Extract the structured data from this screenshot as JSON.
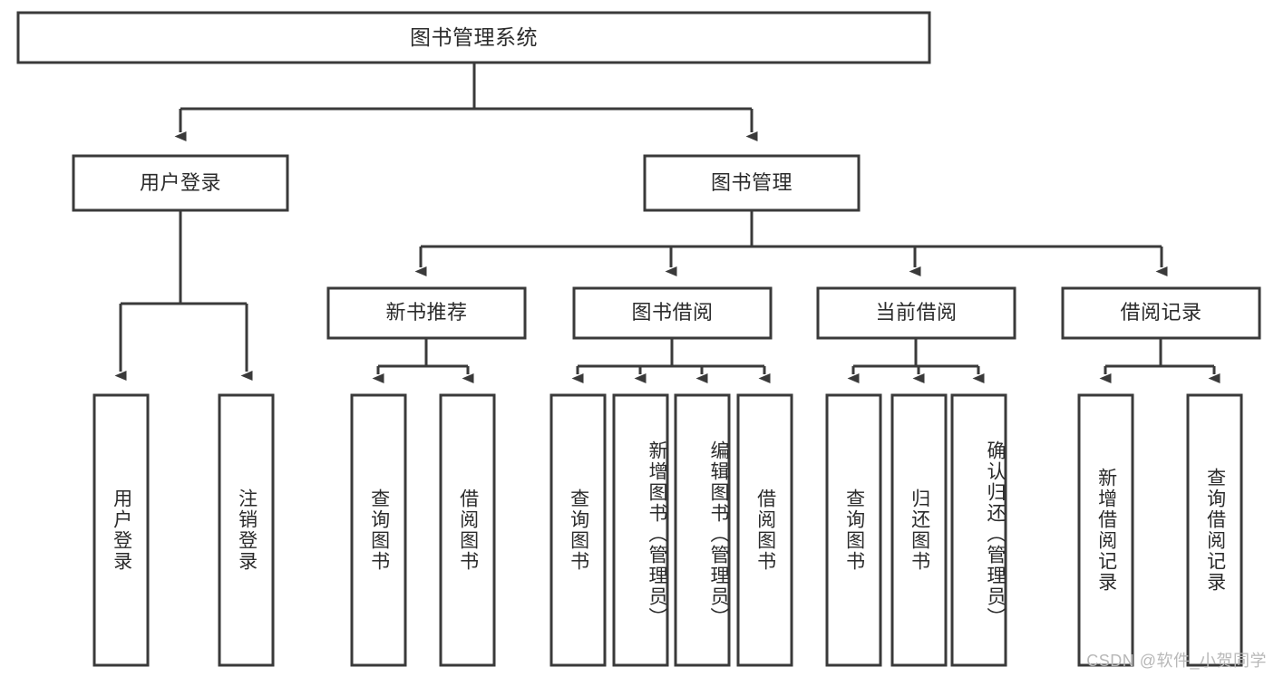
{
  "diagram": {
    "title": "图书管理系统",
    "type": "hierarchy-tree",
    "watermark": "CSDN @软件_小贺同学",
    "colors": {
      "box_stroke": "#3a3a3a",
      "box_fill": "#ffffff",
      "connector": "#3a3a3a",
      "text": "#2b2b2b",
      "watermark": "#b8b8b8",
      "background": "#ffffff"
    },
    "root": {
      "label": "图书管理系统",
      "orientation": "horizontal"
    },
    "level2": [
      {
        "label": "用户登录",
        "orientation": "horizontal"
      },
      {
        "label": "图书管理",
        "orientation": "horizontal"
      }
    ],
    "level3": [
      {
        "label": "新书推荐",
        "orientation": "horizontal"
      },
      {
        "label": "图书借阅",
        "orientation": "horizontal"
      },
      {
        "label": "当前借阅",
        "orientation": "horizontal"
      },
      {
        "label": "借阅记录",
        "orientation": "horizontal"
      }
    ],
    "leaves": [
      {
        "label": "用户登录",
        "orientation": "vertical",
        "parent": "用户登录"
      },
      {
        "label": "注销登录",
        "orientation": "vertical",
        "parent": "用户登录"
      },
      {
        "label": "查询图书",
        "orientation": "vertical",
        "parent": "新书推荐"
      },
      {
        "label": "借阅图书",
        "orientation": "vertical",
        "parent": "新书推荐"
      },
      {
        "label": "查询图书",
        "orientation": "vertical",
        "parent": "图书借阅"
      },
      {
        "label": "新增图书（管理员）",
        "orientation": "vertical",
        "parent": "图书借阅"
      },
      {
        "label": "编辑图书（管理员）",
        "orientation": "vertical",
        "parent": "图书借阅"
      },
      {
        "label": "借阅图书",
        "orientation": "vertical",
        "parent": "图书借阅"
      },
      {
        "label": "查询图书",
        "orientation": "vertical",
        "parent": "当前借阅"
      },
      {
        "label": "归还图书",
        "orientation": "vertical",
        "parent": "当前借阅"
      },
      {
        "label": "确认归还（管理员）",
        "orientation": "vertical",
        "parent": "当前借阅"
      },
      {
        "label": "新增借阅记录",
        "orientation": "vertical",
        "parent": "借阅记录"
      },
      {
        "label": "查询借阅记录",
        "orientation": "vertical",
        "parent": "借阅记录"
      }
    ]
  }
}
